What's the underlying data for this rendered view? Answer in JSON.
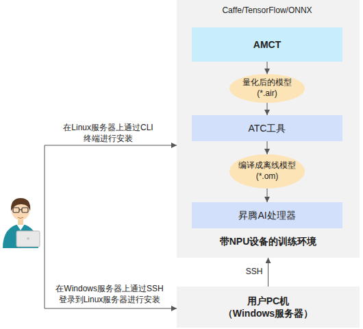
{
  "diagram": {
    "nodes": [
      {
        "text": [
          "带NPU设备的训练环境"
        ]
      },
      {
        "text": [
          "AMCT"
        ],
        "in": 0
      },
      {
        "text": [
          "量化后的模型 (*.air)"
        ],
        "in": 0
      },
      {
        "text": [
          "ATC工具"
        ],
        "in": 0
      },
      {
        "text": [
          "编译成离线模型 (*.om)"
        ],
        "in": 0
      },
      {
        "text": [
          "昇腾AI处理器"
        ],
        "in": 0
      },
      {
        "text": [
          "用户PC机 （Windows服务器）"
        ]
      }
    ],
    "edges": [
      {
        "from": 1,
        "to": 2,
        "arrow": "to"
      },
      {
        "from": 2,
        "to": 3,
        "arrow": "to"
      },
      {
        "from": 3,
        "to": 4,
        "arrow": "to"
      },
      {
        "from": 4,
        "to": 5,
        "arrow": "to"
      },
      {
        "from": 6,
        "to": 0,
        "label": "SSH",
        "arrow": "to"
      }
    ],
    "labels": [
      "Caffe/TensorFlow/ONNX",
      "在Linux服务器上通过CLI 终端进行安装",
      "在Windows服务器上通过SSH 登录到Linux服务器进行安装"
    ]
  }
}
